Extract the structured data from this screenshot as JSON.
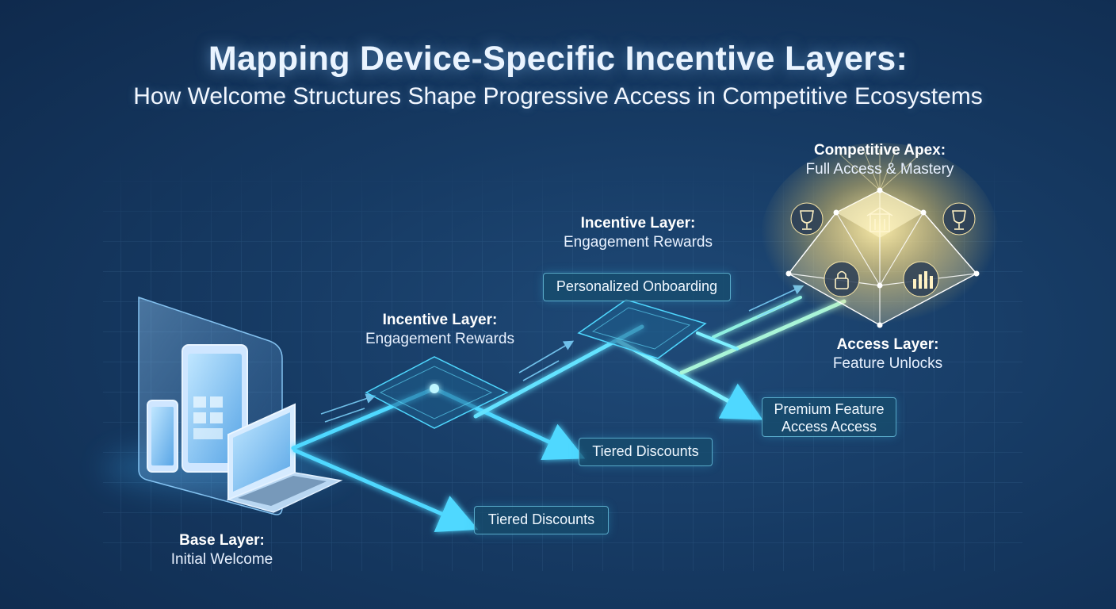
{
  "header": {
    "title": "Mapping Device-Specific Incentive Layers:",
    "subtitle": "How Welcome Structures Shape Progressive Access in Competitive Ecosystems"
  },
  "layers": {
    "base": {
      "heading": "Base Layer:",
      "text": "Initial Welcome"
    },
    "incentive_1": {
      "heading": "Incentive Layer:",
      "text": "Engagement Rewards"
    },
    "incentive_2": {
      "heading": "Incentive Layer:",
      "text": "Engagement Rewards"
    },
    "access": {
      "heading": "Access Layer:",
      "text": "Feature Unlocks"
    },
    "apex": {
      "heading": "Competitive Apex:",
      "text": "Full Access & Mastery"
    }
  },
  "tags": {
    "personalized": "Personalized Onboarding",
    "tiered_1": "Tiered Discounts",
    "tiered_2": "Tiered Discounts",
    "premium_line1": "Premium Feature",
    "premium_line2": "Access Access"
  },
  "icons": [
    "phone-icon",
    "tablet-icon",
    "laptop-icon",
    "trophy-icon",
    "lock-icon",
    "building-icon",
    "bar-chart-icon"
  ],
  "colors": {
    "accent": "#4fd8ff",
    "glow": "#7ef0ff",
    "apex": "#ffe28a",
    "background": "#163a63"
  }
}
